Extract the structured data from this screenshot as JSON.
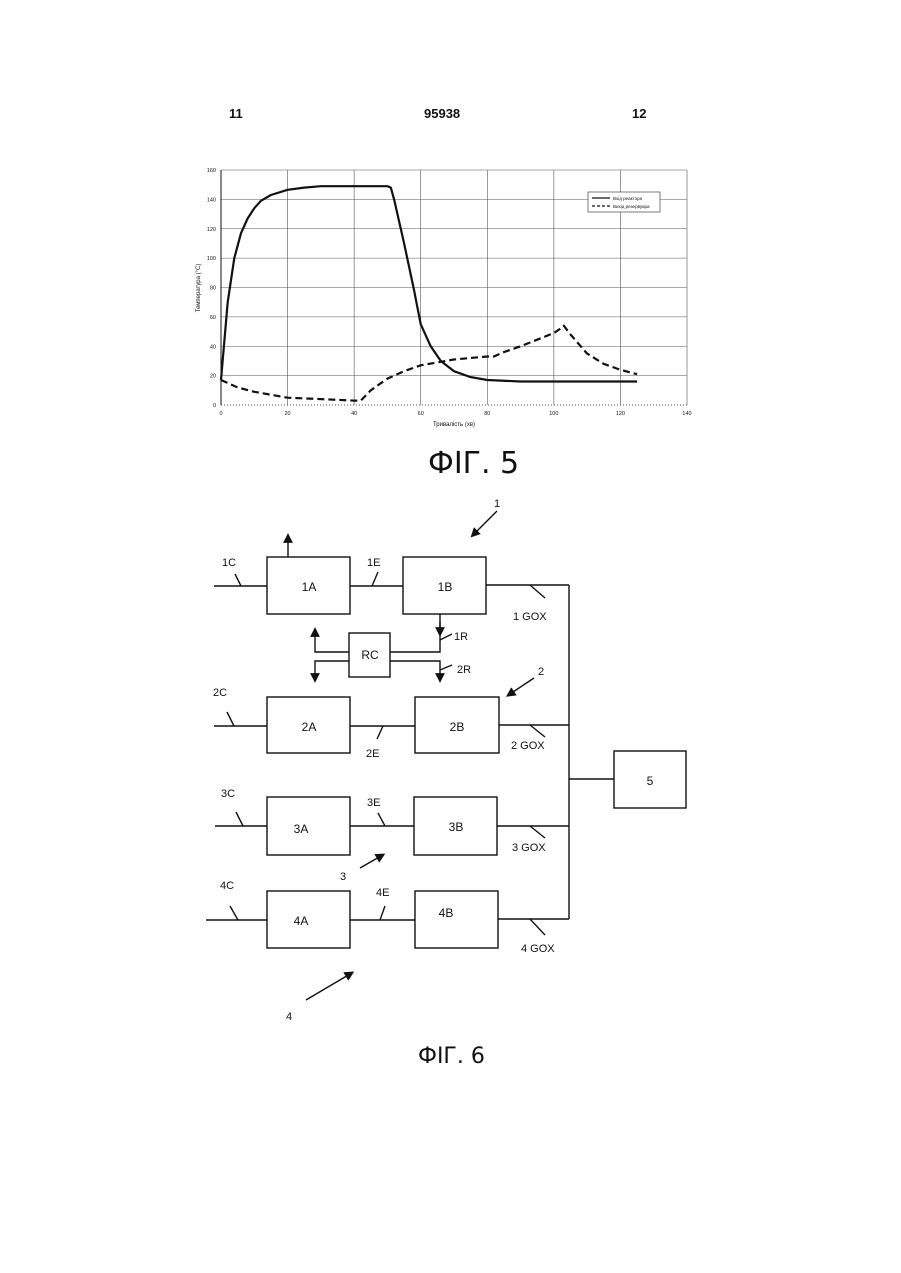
{
  "header": {
    "left_page": "11",
    "patent_number": "95938",
    "right_page": "12"
  },
  "fig5": {
    "caption": "ФІГ. 5",
    "chart_data": {
      "type": "line",
      "xlabel": "Тривалість (хв)",
      "ylabel": "Температура (°С)",
      "xlim": [
        0,
        140
      ],
      "ylim": [
        0,
        160
      ],
      "x_ticks": [
        "0",
        "20",
        "40",
        "60",
        "80",
        "100",
        "120",
        "140"
      ],
      "y_ticks": [
        "0",
        "20",
        "40",
        "60",
        "80",
        "100",
        "120",
        "140",
        "160"
      ],
      "grid": true,
      "legend_position": "top-right",
      "series": [
        {
          "name": "Вхід реактора",
          "style": "solid",
          "x": [
            0,
            2,
            4,
            6,
            8,
            10,
            12,
            15,
            20,
            25,
            30,
            40,
            50,
            51,
            52,
            55,
            58,
            60,
            63,
            66,
            70,
            75,
            80,
            90,
            100,
            110,
            120,
            125
          ],
          "y": [
            17,
            70,
            100,
            117,
            127,
            134,
            139,
            143,
            146.5,
            148,
            149,
            149,
            149,
            148,
            140,
            110,
            78,
            55,
            40,
            30,
            23,
            19,
            17,
            16,
            16,
            16,
            16,
            16
          ]
        },
        {
          "name": "Вихід резервуара",
          "style": "dashed",
          "x": [
            0,
            5,
            10,
            20,
            30,
            40,
            42,
            45,
            50,
            55,
            60,
            70,
            80,
            82,
            85,
            90,
            100,
            102,
            103,
            105,
            110,
            115,
            120,
            125
          ],
          "y": [
            17,
            12,
            9,
            5,
            4,
            3,
            3,
            10,
            18,
            23,
            27,
            31,
            33,
            33,
            36,
            40,
            49,
            52,
            54,
            48,
            35,
            28,
            24,
            21
          ]
        }
      ]
    }
  },
  "fig6": {
    "caption": "ФІГ. 6",
    "blocks": [
      "1A",
      "1B",
      "RC",
      "2A",
      "2B",
      "3A",
      "3B",
      "4A",
      "4B",
      "5"
    ],
    "labels": {
      "l1C": "1C",
      "l1E": "1E",
      "l1GOX": "1 GOX",
      "l1R": "1R",
      "l2R": "2R",
      "l2C": "2C",
      "l2E": "2E",
      "l2GOX": "2 GOX",
      "l3C": "3C",
      "l3E": "3E",
      "l3GOX": "3 GOX",
      "l4C": "4C",
      "l4E": "4E",
      "l4GOX": "4 GOX",
      "n1": "1",
      "n2": "2",
      "n3": "3",
      "n4": "4"
    }
  }
}
